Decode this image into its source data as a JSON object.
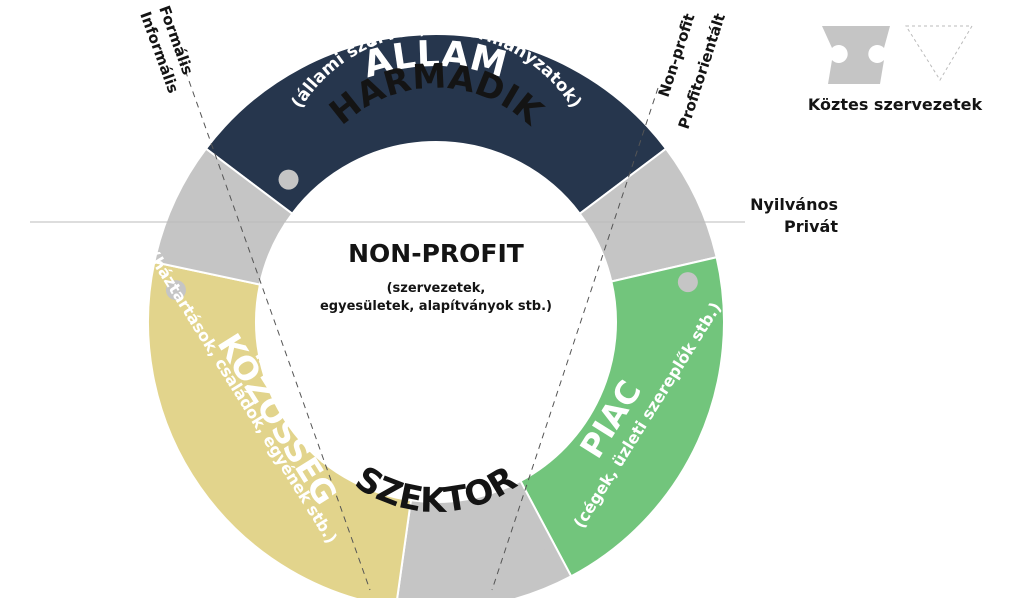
{
  "segments": {
    "allam": {
      "title": "ÁLLAM",
      "subtitle": "(állami szervek, önkormányzatok)"
    },
    "kozosseg": {
      "title": "KÖZÖSSÉG",
      "subtitle": "(háztartások, családok, egyének stb.)"
    },
    "piac": {
      "title": "PIAC",
      "subtitle": "(cégek, üzleti szereplők stb.)"
    }
  },
  "ring_words": {
    "top": "HARMADIK",
    "bottom": "SZEKTOR"
  },
  "center": {
    "title": "NON-PROFIT",
    "sub_line1": "(szervezetek,",
    "sub_line2": "egyesületek, alapítványok stb.)"
  },
  "axes": {
    "formal": "Formális",
    "informal": "Informális",
    "nonprofit": "Non-profit",
    "profit": "Profitorientált",
    "public": "Nyilvános",
    "private": "Privát"
  },
  "legend": {
    "label": "Köztes szervezetek"
  },
  "colors": {
    "allam": "#26364d",
    "kozosseg": "#e2d48c",
    "piac": "#72c57c",
    "intermediate": "#c5c5c5",
    "text": "#141414"
  }
}
